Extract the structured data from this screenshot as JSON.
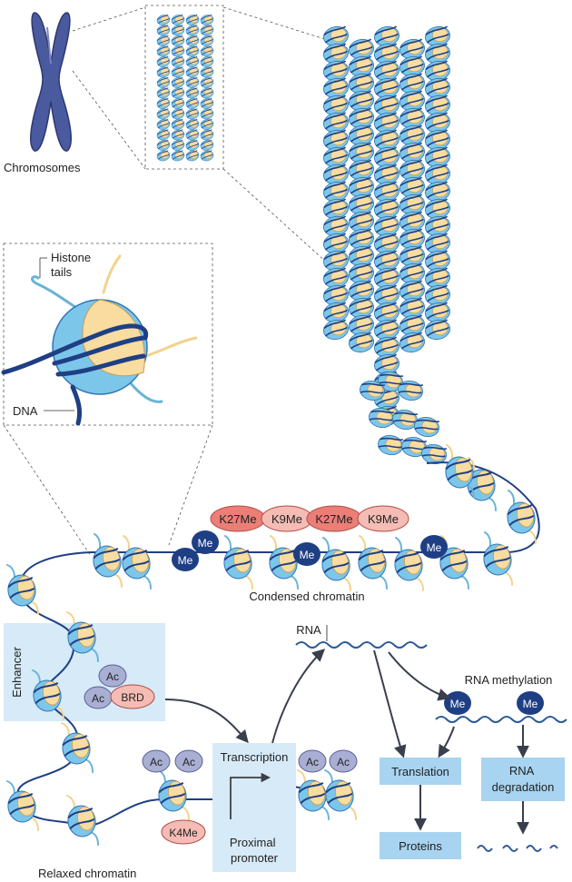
{
  "labels": {
    "chromosomes": "Chromosomes",
    "histone_tails": [
      "Histone",
      "tails"
    ],
    "dna": "DNA",
    "condensed_chromatin": "Condensed chromatin",
    "relaxed_chromatin": "Relaxed chromatin",
    "enhancer": "Enhancer",
    "transcription": "Transcription",
    "proximal_promoter": [
      "Proximal",
      "promoter"
    ],
    "rna": "RNA",
    "rna_methylation": "RNA methylation",
    "translation": "Translation",
    "rna_degradation": [
      "RNA",
      "degradation"
    ],
    "proteins": "Proteins"
  },
  "marks": {
    "repressive": [
      "K27Me",
      "K9Me",
      "K27Me",
      "K9Me"
    ],
    "dna_methyl": "Me",
    "acetyl": "Ac",
    "bromodomain": "BRD",
    "active": "K4Me"
  },
  "colors": {
    "histone_blue": "#7cc6ea",
    "histone_yellow": "#f8dca0",
    "dna": "#1f3f84",
    "chromosome": "#4a5a9e",
    "methyl_mark": "#1f3f84",
    "repressive_mark": "#eb7f78",
    "acetyl_mark": "#a9afd3",
    "box_fill": "#a8d4f1",
    "panel_fill": "#d6eaf8"
  }
}
